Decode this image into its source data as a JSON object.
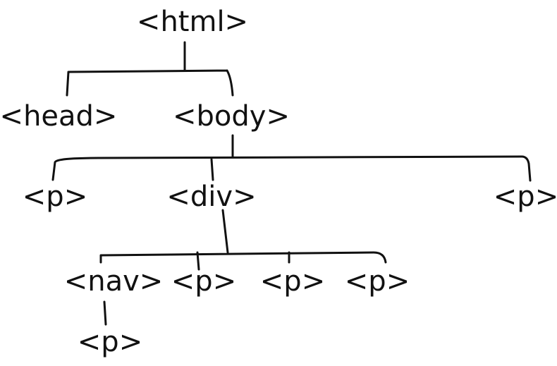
{
  "diagram": {
    "type": "tree",
    "nodes": [
      {
        "id": "html",
        "label": "<html>"
      },
      {
        "id": "head",
        "label": "<head>"
      },
      {
        "id": "body",
        "label": "<body>"
      },
      {
        "id": "p1",
        "label": "<p>"
      },
      {
        "id": "div",
        "label": "<div>"
      },
      {
        "id": "p2",
        "label": "<p>"
      },
      {
        "id": "nav",
        "label": "<nav>"
      },
      {
        "id": "p3",
        "label": "<p>"
      },
      {
        "id": "p4",
        "label": "<p>"
      },
      {
        "id": "p5",
        "label": "<p>"
      },
      {
        "id": "p6",
        "label": "<p>"
      }
    ],
    "edges": [
      [
        "html",
        "head"
      ],
      [
        "html",
        "body"
      ],
      [
        "body",
        "p1"
      ],
      [
        "body",
        "div"
      ],
      [
        "body",
        "p2"
      ],
      [
        "div",
        "nav"
      ],
      [
        "div",
        "p3"
      ],
      [
        "div",
        "p4"
      ],
      [
        "div",
        "p5"
      ],
      [
        "nav",
        "p6"
      ]
    ]
  }
}
